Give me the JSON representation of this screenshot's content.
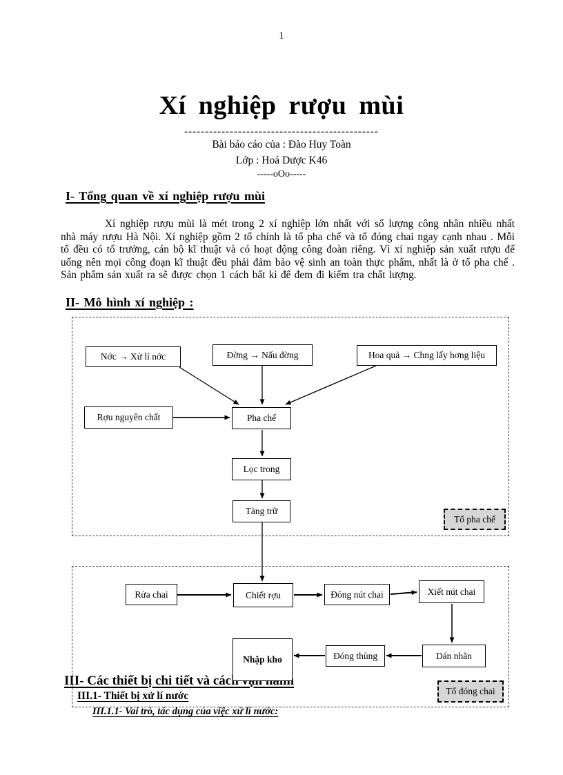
{
  "page": {
    "number": "1"
  },
  "header": {
    "title": "Xí nghiệp rượu mùi",
    "divider": "-----------------------------------------------",
    "author_line": "Bài báo cáo của : Đào Huy Toàn",
    "class_line": "Lớp : Hoá Dược K46",
    "ornament": "-----oOo-----"
  },
  "section1": {
    "heading": "I- Tổng quan về xí nghiệp rượu mùi",
    "lines": [
      "Xí nghiệp rượu mùi là mét trong 2 xí nghiệp lớn nhất với số lượng công nhân nhiều nhất",
      "nhà máy rượu Hà Nội. Xí nghiệp gồm 2 tổ chính là tổ pha chế và tổ đóng chai ngay cạnh nhau . Mỗi",
      "tổ đều có tổ trưởng, cán bộ kĩ thuật và có hoạt động công đoàn riêng. Vì xí nghiệp sản xuất rượu để",
      "uống nên mọi công đoạn kĩ thuật đều phải đảm bảo vệ sinh an toàn thực phẩm, nhất là ở tổ pha chế .",
      "Sản phẩm sản xuất ra sẽ được chọn 1 cách bất kì để đem đi kiểm tra chất lượng."
    ]
  },
  "section2": {
    "heading": "II- Mô hình xí nghiệp :",
    "diagram1": {
      "nodes": {
        "water": "Nớc  → Xử lí nớc",
        "sugar": "Đờng  → Nấu đờng",
        "fruit": "Hoa quả → Chng  lấy hơng  liệu",
        "pure_alcohol": "Rợu  nguyên chất",
        "blend": "Pha chế",
        "filter": "Lọc trong",
        "storage": "Tàng trữ"
      },
      "group_label": "Tổ pha chế"
    },
    "diagram2": {
      "nodes": {
        "wash": "Rửa chai",
        "fill": "Chiết rợu",
        "cap": "Đóng nút chai",
        "tighten": "Xiết nút chai",
        "sticker": "Dán nhãn",
        "pack": "Đóng thùng",
        "warehouse": "Nhập  kho"
      },
      "group_label": "Tổ đóng chai"
    }
  },
  "section3": {
    "heading": "III- Các thiết bị chi tiết và cách vận hành",
    "sub1": "III.1- Thiết bị xử lí nước",
    "sub11": "III.1.1- Vai trò, tác dụng của việc xử lí nước:"
  },
  "colors": {
    "ink": "#000000",
    "paper": "#ffffff",
    "group_label_fill": "#d6d6d6"
  }
}
